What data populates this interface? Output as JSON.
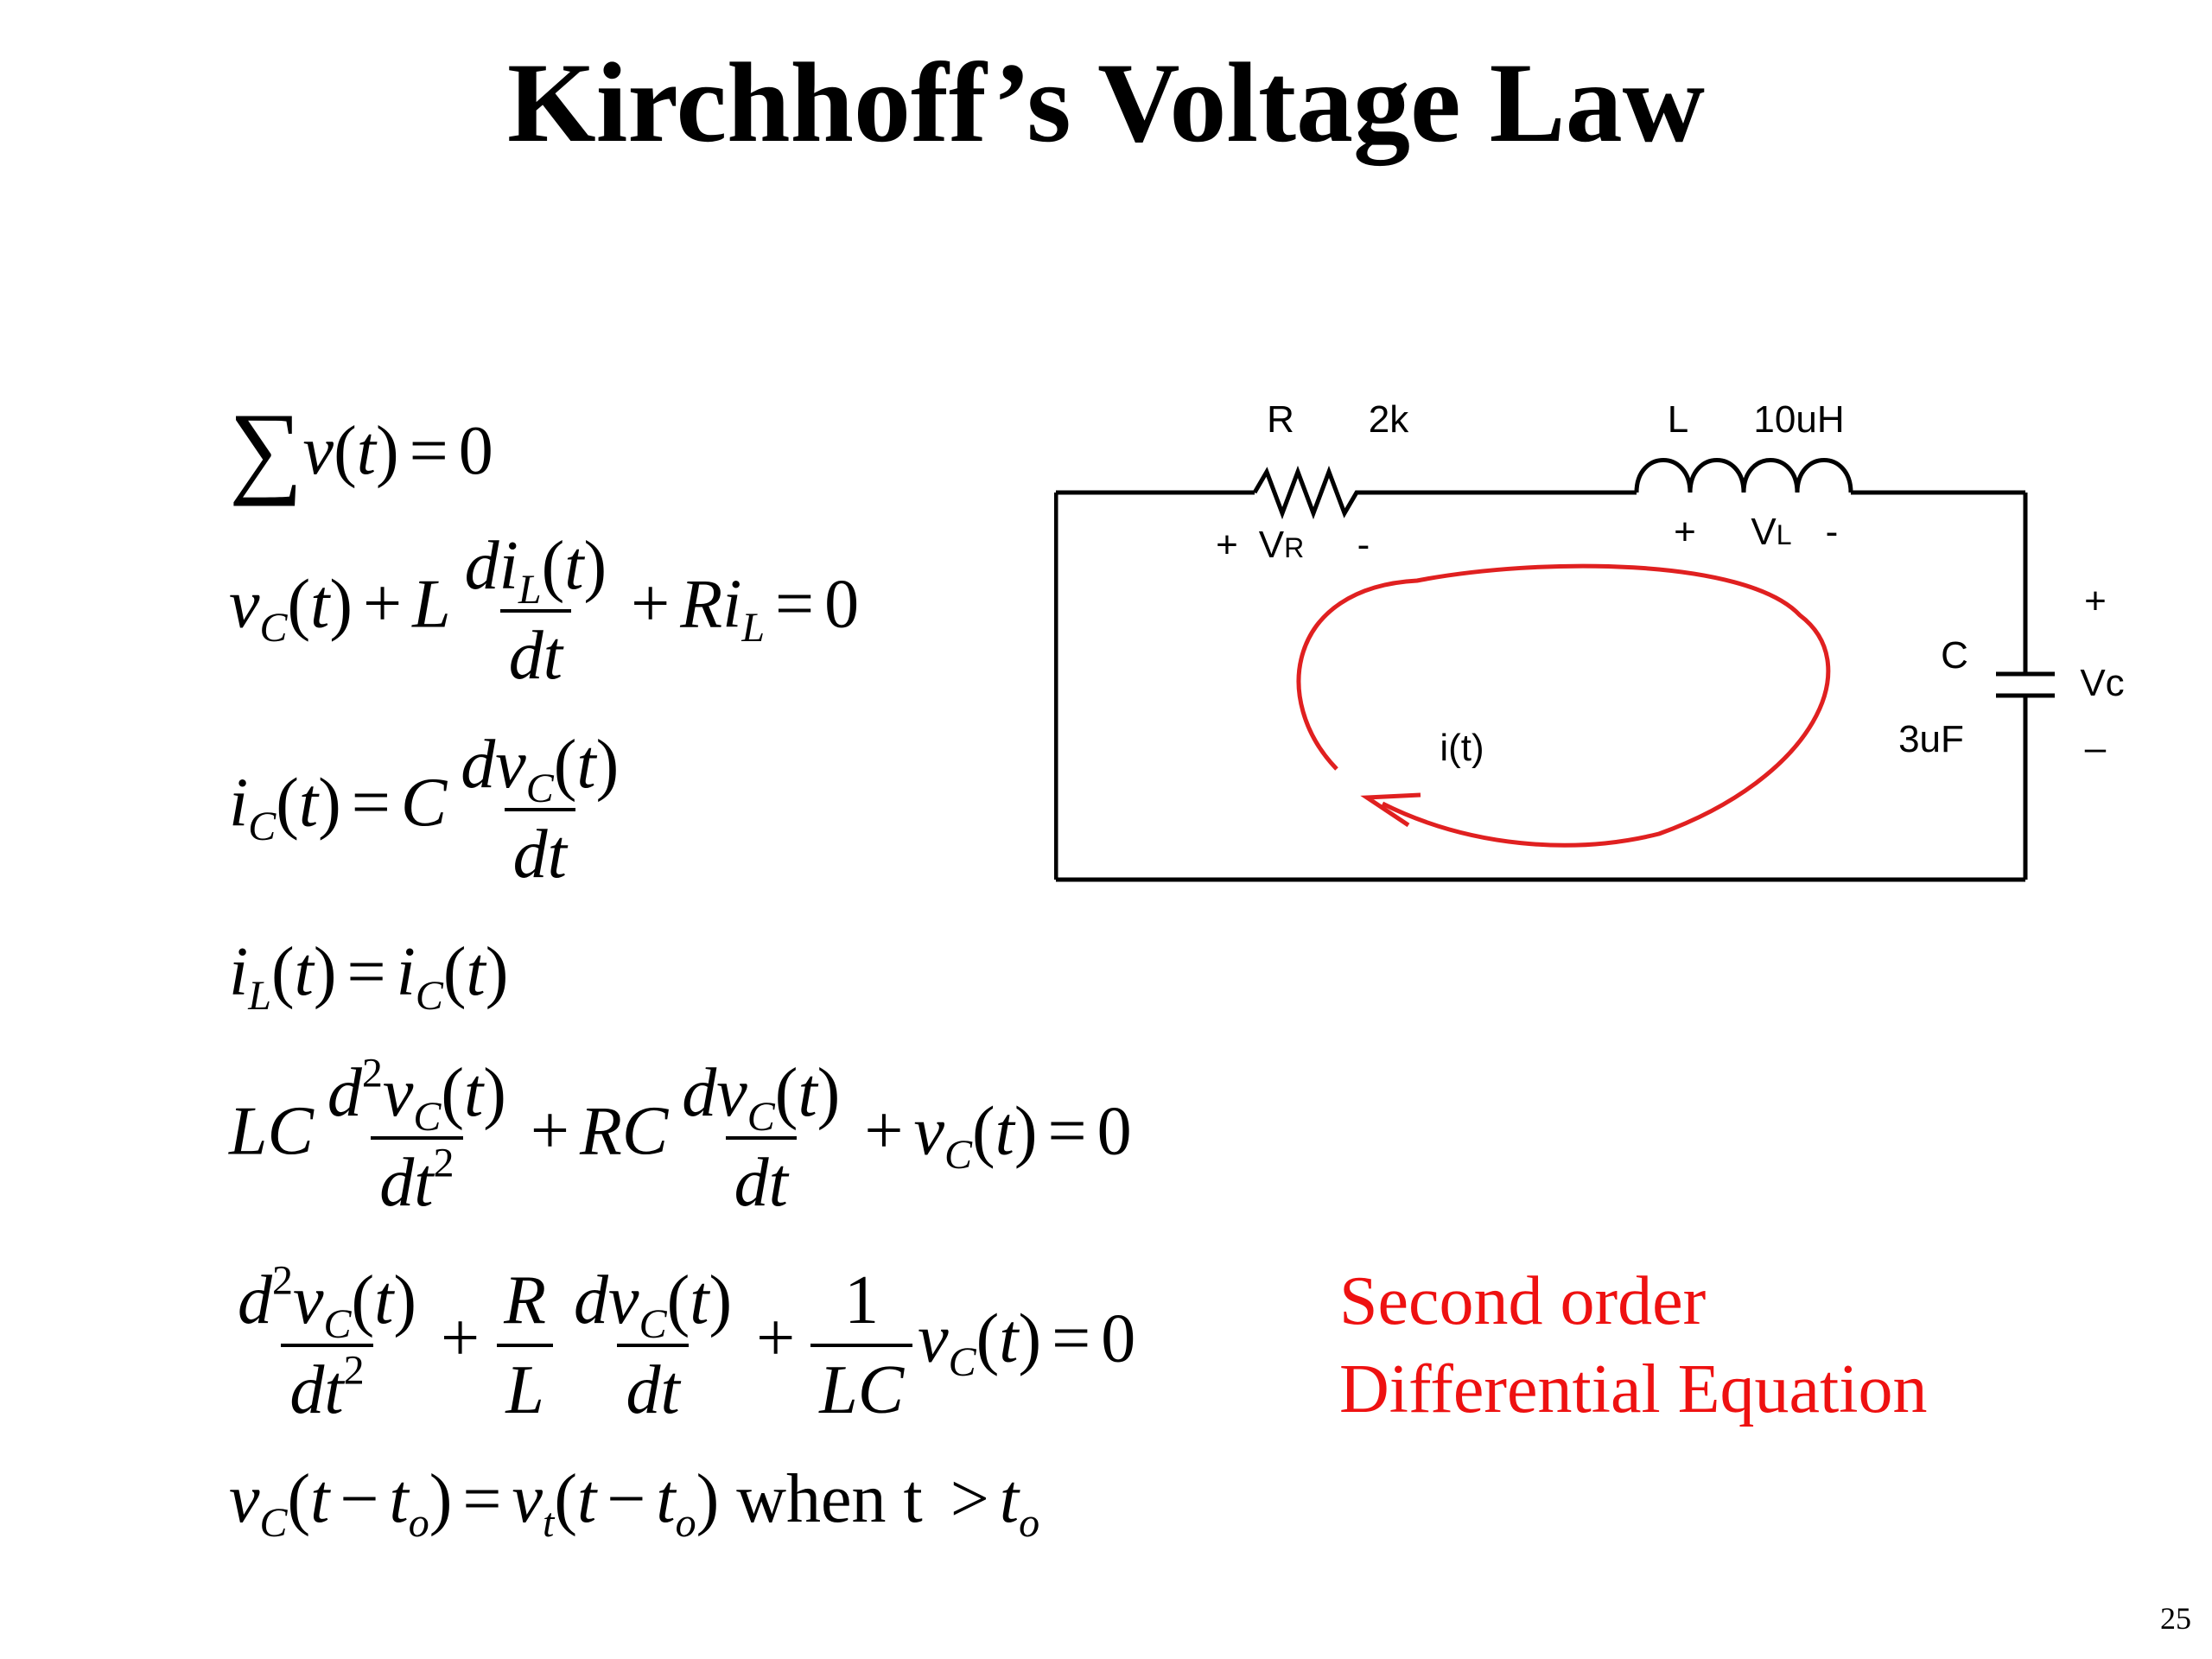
{
  "slide": {
    "title": "Kirchhoff’s Voltage Law",
    "page_number": "25",
    "note_lines": [
      "Second order",
      "Differential Equation"
    ]
  },
  "circuit": {
    "resistor_label": "R",
    "resistor_value": "2k",
    "inductor_label": "L",
    "inductor_value": "10uH",
    "capacitor_label": "C",
    "capacitor_value": "3uF",
    "vr_plus": "+",
    "vr_label": "V",
    "vr_sub": "R",
    "vr_minus": "-",
    "vl_plus": "+",
    "vl_label": "V",
    "vl_sub": "L",
    "vl_minus": "-",
    "vc_plus": "+",
    "vc_label": "Vc",
    "vc_minus": "–",
    "current_label": "i(t)",
    "loop_color": "#e02020"
  }
}
